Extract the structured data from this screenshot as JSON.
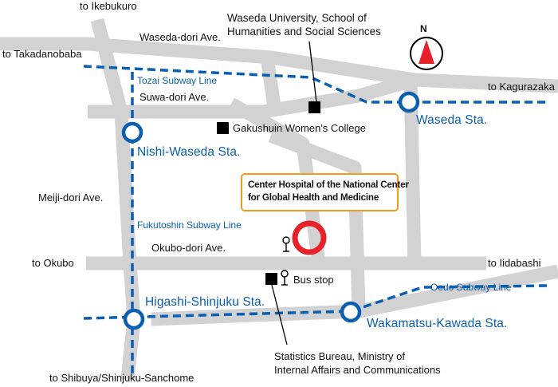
{
  "roads": {
    "waseda_dori": "Waseda-dori Ave.",
    "suwa_dori": "Suwa-dori Ave.",
    "meiji_dori": "Meiji-dori Ave.",
    "okubo_dori": "Okubo-dori Ave."
  },
  "directions": {
    "ikebukuro": "to Ikebukuro",
    "takadanobaba": "to Takadanobaba",
    "kagurazaka": "to Kagurazaka",
    "okubo": "to Okubo",
    "iidabashi": "to Iidabashi",
    "shibuya": "to Shibuya/Shinjuku-Sanchome"
  },
  "subway_lines": {
    "tozai": "Tozai Subway Line",
    "fukutoshin": "Fukutoshin Subway Line",
    "oedo": "Oedo Subway Line"
  },
  "stations": {
    "waseda": "Waseda Sta.",
    "nishi_waseda": "Nishi-Waseda Sta.",
    "higashi_shinjuku": "Higashi-Shinjuku Sta.",
    "wakamatsu_kawada": "Wakamatsu-Kawada Sta."
  },
  "landmarks": {
    "waseda_univ_line1": "Waseda University, School of",
    "waseda_univ_line2": "Humanities and Social Sciences",
    "gakushuin": "Gakushuin Women's College",
    "statistics_line1": "Statistics Bureau, Ministry of",
    "statistics_line2": "Internal Affairs and Communications",
    "bus_stop": "Bus stop"
  },
  "hospital": {
    "line1": "Center Hospital of the National Center",
    "line2": "for Global Health and Medicine"
  },
  "compass": {
    "north": "N"
  },
  "colors": {
    "road": "#d2d2d2",
    "subway": "#0a5fb0",
    "hospital_marker": "#e8202a",
    "hospital_box": "#f29a1a",
    "compass_arrow": "#e8202a"
  }
}
